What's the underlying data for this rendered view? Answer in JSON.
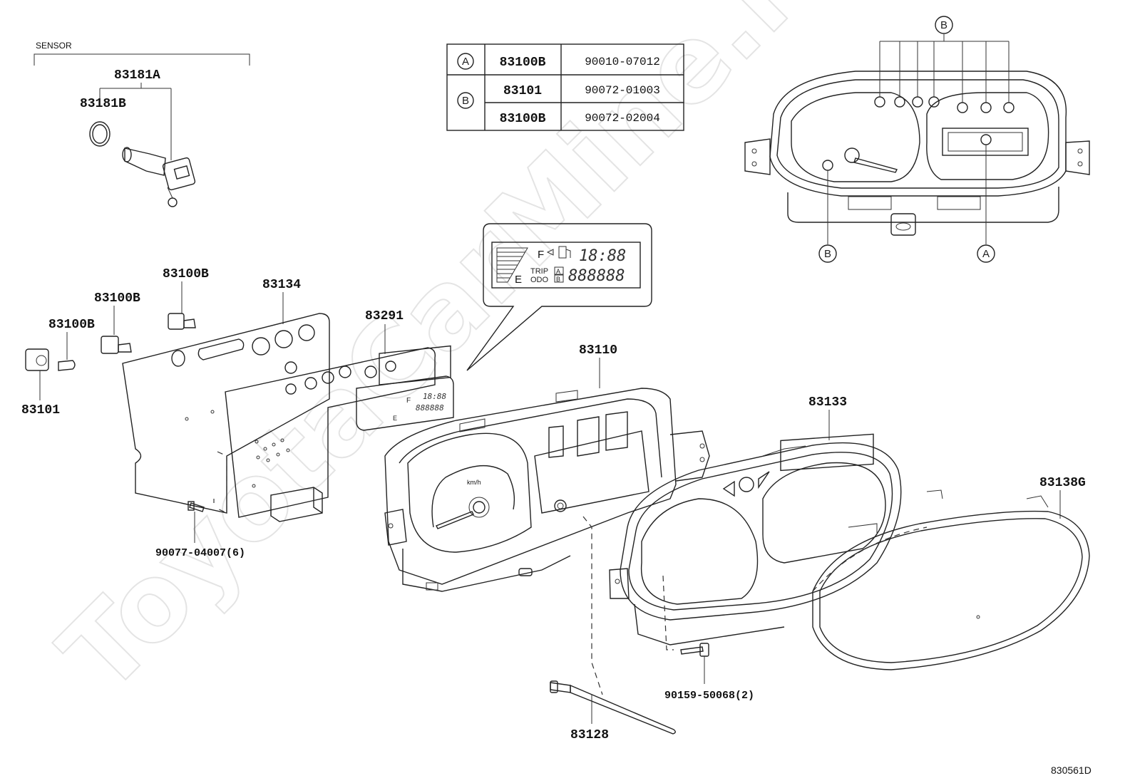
{
  "watermark": "ToyotaCarMine.ru",
  "diagram_id": "830561D",
  "sensor_group_label": "SENSOR",
  "callout_table": {
    "rows": [
      {
        "key": "A",
        "part": "83100B",
        "code": "90010-07012"
      },
      {
        "key": "B",
        "part": "83101",
        "code": "90072-01003"
      },
      {
        "key": "",
        "part": "83100B",
        "code": "90072-02004"
      }
    ]
  },
  "lcd_detail": {
    "fuel_full": "F",
    "fuel_empty": "E",
    "clock": "18:88",
    "trip_label": "TRIP",
    "odo_label": "ODO",
    "odometer": "888888",
    "ab_a": "A",
    "ab_b": "B"
  },
  "small_lcd": {
    "clock": "18:88",
    "odometer": "888888",
    "fuel_full": "F",
    "fuel_empty": "E"
  },
  "speedo_unit": "km/h",
  "callout_markers": {
    "A": "A",
    "B": "B"
  },
  "parts": {
    "p83181A": "83181A",
    "p83181B": "83181B",
    "p83100B_a": "83100B",
    "p83100B_b": "83100B",
    "p83100B_c": "83100B",
    "p83101": "83101",
    "p83134": "83134",
    "p83291": "83291",
    "p83110": "83110",
    "p83133": "83133",
    "p83138G": "83138G",
    "p83128": "83128",
    "p90077": "90077-04007(6)",
    "p90159": "90159-50068(2)"
  }
}
